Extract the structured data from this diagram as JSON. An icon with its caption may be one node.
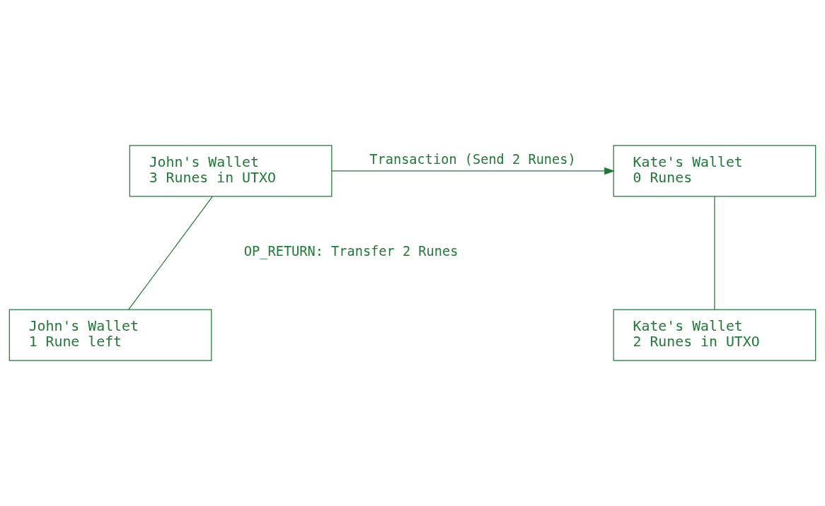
{
  "diagram": {
    "nodes": [
      {
        "text": [
          "John's Wallet",
          "3 Runes in UTXO"
        ]
      },
      {
        "text": [
          "Kate's Wallet",
          "0 Runes"
        ]
      },
      {
        "text": [
          "John's Wallet",
          "1 Rune left"
        ]
      },
      {
        "text": [
          "Kate's Wallet",
          "2 Runes in UTXO"
        ]
      }
    ],
    "edges": [
      {
        "from": 0,
        "to": 2,
        "arrow": "none"
      },
      {
        "from": 1,
        "to": 3,
        "arrow": "none"
      },
      {
        "from": 0,
        "to": 1,
        "arrow": "to",
        "label": "Transaction (Send 2 Runes)"
      }
    ],
    "labels": [
      "OP_RETURN: Transfer 2 Runes"
    ]
  }
}
